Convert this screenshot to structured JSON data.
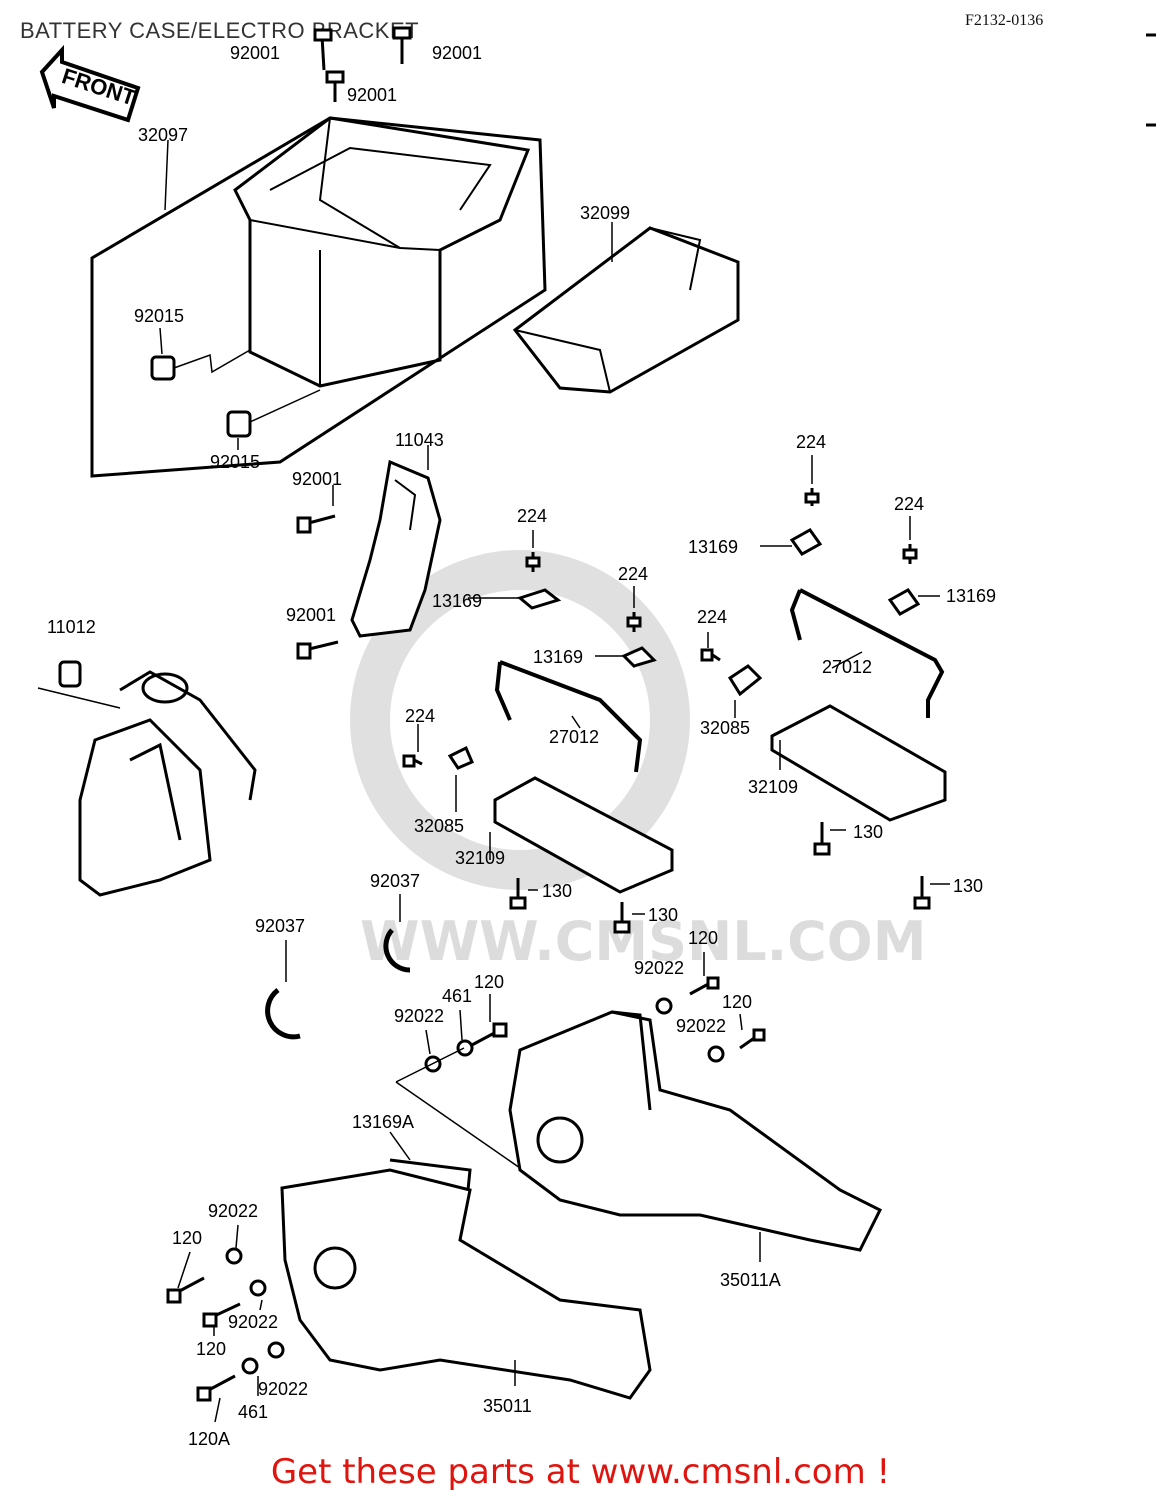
{
  "header": {
    "title": "BATTERY CASE/ELECTRO BRACKET",
    "code": "F2132-0136"
  },
  "diagram": {
    "front_arrow": "FRONT",
    "watermark": "WWW.CMSNL.COM",
    "labels": {
      "p92001_a": "92001",
      "p92001_b": "92001",
      "p92001_c": "92001",
      "p32097": "32097",
      "p32099": "32099",
      "p92015_a": "92015",
      "p92015_b": "92015",
      "p11043": "11043",
      "p92001_d": "92001",
      "p92001_e": "92001",
      "p224_a": "224",
      "p224_b": "224",
      "p224_c": "224",
      "p224_d": "224",
      "p224_e": "224",
      "p224_f": "224",
      "p13169_a": "13169",
      "p13169_b": "13169",
      "p13169_c": "13169",
      "p13169_d": "13169",
      "p11012": "11012",
      "p27012_a": "27012",
      "p27012_b": "27012",
      "p32085_a": "32085",
      "p32085_b": "32085",
      "p32109_a": "32109",
      "p32109_b": "32109",
      "p130_a": "130",
      "p130_b": "130",
      "p130_c": "130",
      "p130_d": "130",
      "p92037_a": "92037",
      "p92037_b": "92037",
      "p120_a": "120",
      "p120_b": "120",
      "p120_c": "120",
      "p120_d": "120",
      "p120_e": "120",
      "p120A": "120A",
      "p92022_a": "92022",
      "p92022_b": "92022",
      "p92022_c": "92022",
      "p92022_d": "92022",
      "p92022_e": "92022",
      "p92022_f": "92022",
      "p461_a": "461",
      "p461_b": "461",
      "p13169A": "13169A",
      "p35011A": "35011A",
      "p35011": "35011"
    }
  },
  "footer": {
    "text": "Get these parts at www.cmsnl.com !",
    "color": "#e0140e"
  }
}
